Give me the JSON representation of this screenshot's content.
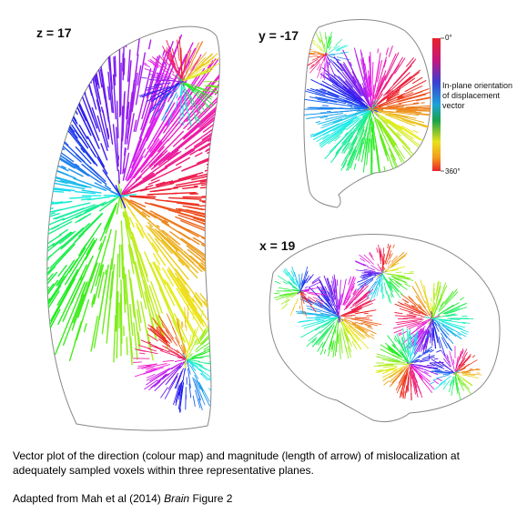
{
  "panels": {
    "axial": {
      "label": "z = 17"
    },
    "coronal": {
      "label": "y = -17"
    },
    "sagittal": {
      "label": "x = 19"
    }
  },
  "legend": {
    "top_tick": "0°",
    "bottom_tick": "360°",
    "title": "In-plane orientation of displacement vector"
  },
  "caption": "Vector plot of the direction (colour map) and magnitude (length of arrow) of mislocalization at adequately sampled voxels within three representative planes.",
  "credit": {
    "prefix": "Adapted from Mah et al (2014) ",
    "journal": "Brain",
    "suffix": " Figure 2"
  }
}
